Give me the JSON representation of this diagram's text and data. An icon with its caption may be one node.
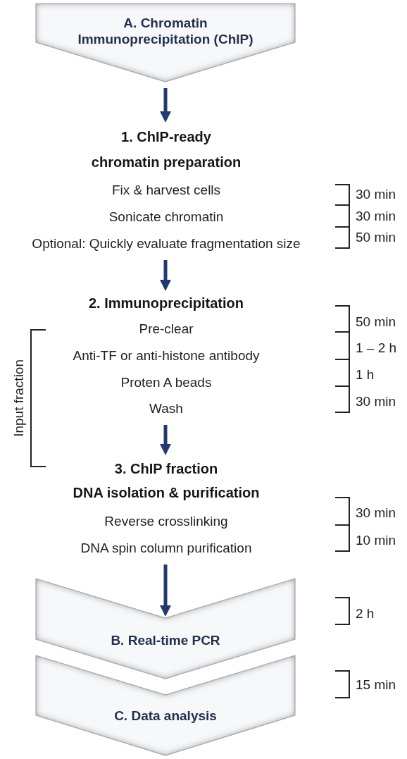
{
  "diagram": {
    "nodes": [
      {
        "text": [
          "A. Chromatin Immunoprecipitation (ChIP)"
        ]
      },
      {
        "text": [
          "1. ChIP-ready chromatin preparation",
          "Fix & harvest cells",
          "Sonicate chromatin",
          "Optional: Quickly evaluate fragmentation size"
        ],
        "beside": [
          "30 min",
          "30 min",
          "50 min"
        ]
      },
      {
        "text": [
          "2. Immunoprecipitation",
          "Pre-clear",
          "Anti-TF or anti-histone antibody",
          "Proten A beads",
          "Wash"
        ],
        "beside": [
          "50 min",
          "1 – 2 h",
          "1 h",
          "30 min"
        ]
      },
      {
        "text": [
          "3. ChIP fraction DNA isolation & purification",
          "Reverse crosslinking",
          "DNA spin column purification"
        ],
        "beside": [
          "30 min",
          "10 min"
        ]
      },
      {
        "text": [
          "B. Real-time PCR"
        ]
      },
      {
        "text": [
          "C. Data analysis"
        ]
      }
    ],
    "edges": [
      {
        "from": 0,
        "to": 1,
        "arrow": "to"
      },
      {
        "from": 1,
        "to": 2,
        "arrow": "to"
      },
      {
        "from": 2,
        "to": 3,
        "arrow": "to"
      },
      {
        "from": 3,
        "to": 4,
        "arrow": "to"
      }
    ],
    "labels": [
      "Input fraction",
      "2 h",
      "15 min"
    ]
  }
}
